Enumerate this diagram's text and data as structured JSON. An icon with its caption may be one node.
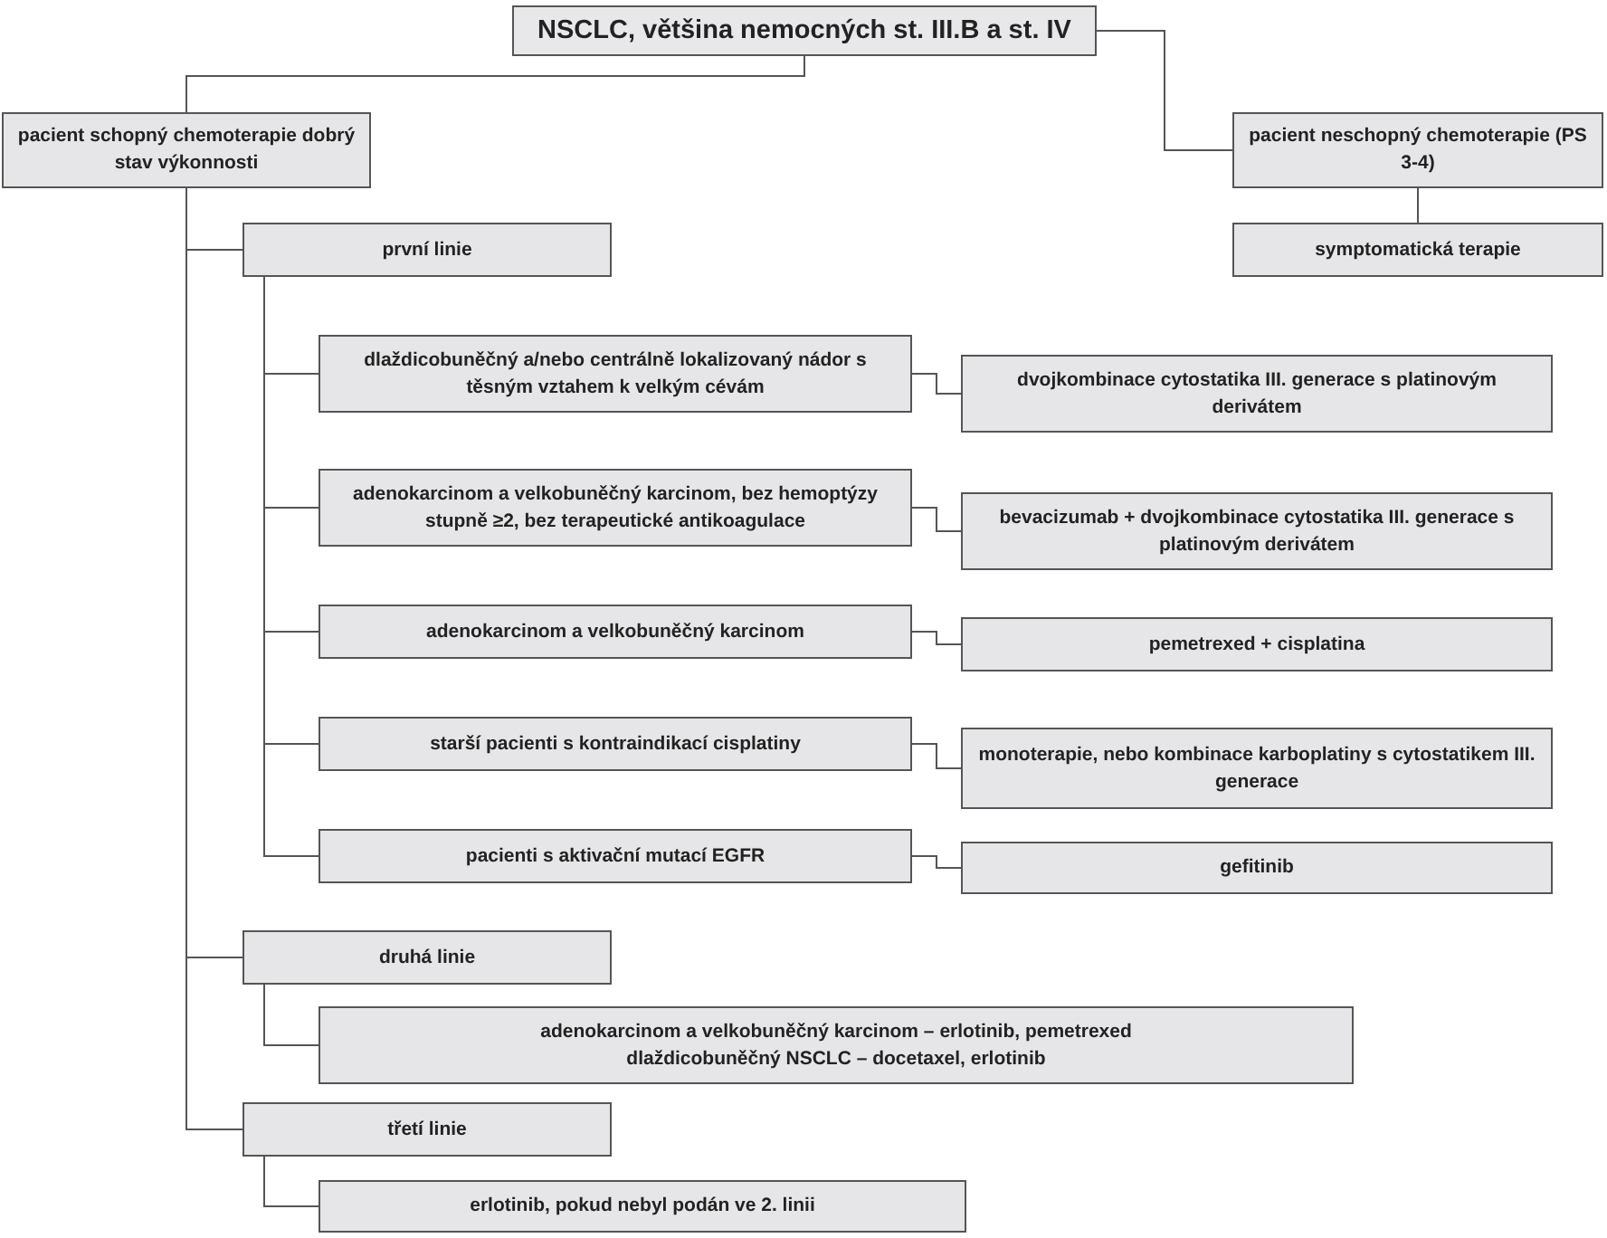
{
  "diagram": {
    "nodes": [
      {
        "text": [
          "NSCLC, většina nemocných st. III.B a st. IV"
        ]
      },
      {
        "text": [
          "pacient schopný chemoterapie dobrý stav výkonnosti"
        ]
      },
      {
        "text": [
          "pacient neschopný chemoterapie (PS 3-4)"
        ]
      },
      {
        "text": [
          "symptomatická terapie"
        ]
      },
      {
        "text": [
          "první linie"
        ]
      },
      {
        "text": [
          "dlaždicobuněčný a/nebo centrálně lokalizovaný nádor s těsným vztahem k velkým cévám"
        ]
      },
      {
        "text": [
          "dvojkombinace cytostatika III. generace s platinovým derivátem"
        ]
      },
      {
        "text": [
          "adenokarcinom a velkobuněčný karcinom, bez hemoptýzy stupně ≥2, bez terapeutické antikoagulace"
        ]
      },
      {
        "text": [
          "bevacizumab + dvojkombinace cytostatika III. generace s platinovým derivátem"
        ]
      },
      {
        "text": [
          "adenokarcinom a velkobuněčný karcinom"
        ]
      },
      {
        "text": [
          "pemetrexed + cisplatina"
        ]
      },
      {
        "text": [
          "starší pacienti s kontraindikací cisplatiny"
        ]
      },
      {
        "text": [
          "monoterapie, nebo kombinace karboplatiny s cytostatikem III. generace"
        ]
      },
      {
        "text": [
          "pacienti s aktivační mutací EGFR"
        ]
      },
      {
        "text": [
          "gefitinib"
        ]
      },
      {
        "text": [
          "druhá linie"
        ]
      },
      {
        "text": [
          "adenokarcinom a velkobuněčný karcinom – erlotinib, pemetrexed",
          "dlaždicobuněčný NSCLC – docetaxel, erlotinib"
        ]
      },
      {
        "text": [
          "třetí linie"
        ]
      },
      {
        "text": [
          "erlotinib, pokud nebyl podán ve 2. linii"
        ]
      }
    ],
    "edges": [
      {
        "from": 0,
        "to": 1,
        "arrow": "none"
      },
      {
        "from": 0,
        "to": 2,
        "arrow": "none"
      },
      {
        "from": 2,
        "to": 3,
        "arrow": "none"
      },
      {
        "from": 1,
        "to": 4,
        "arrow": "none"
      },
      {
        "from": 4,
        "to": 5,
        "arrow": "none"
      },
      {
        "from": 5,
        "to": 6,
        "arrow": "none"
      },
      {
        "from": 4,
        "to": 7,
        "arrow": "none"
      },
      {
        "from": 7,
        "to": 8,
        "arrow": "none"
      },
      {
        "from": 4,
        "to": 9,
        "arrow": "none"
      },
      {
        "from": 9,
        "to": 10,
        "arrow": "none"
      },
      {
        "from": 4,
        "to": 11,
        "arrow": "none"
      },
      {
        "from": 11,
        "to": 12,
        "arrow": "none"
      },
      {
        "from": 4,
        "to": 13,
        "arrow": "none"
      },
      {
        "from": 13,
        "to": 14,
        "arrow": "none"
      },
      {
        "from": 1,
        "to": 15,
        "arrow": "none"
      },
      {
        "from": 15,
        "to": 16,
        "arrow": "none"
      },
      {
        "from": 1,
        "to": 17,
        "arrow": "none"
      },
      {
        "from": 17,
        "to": 18,
        "arrow": "none"
      }
    ]
  }
}
